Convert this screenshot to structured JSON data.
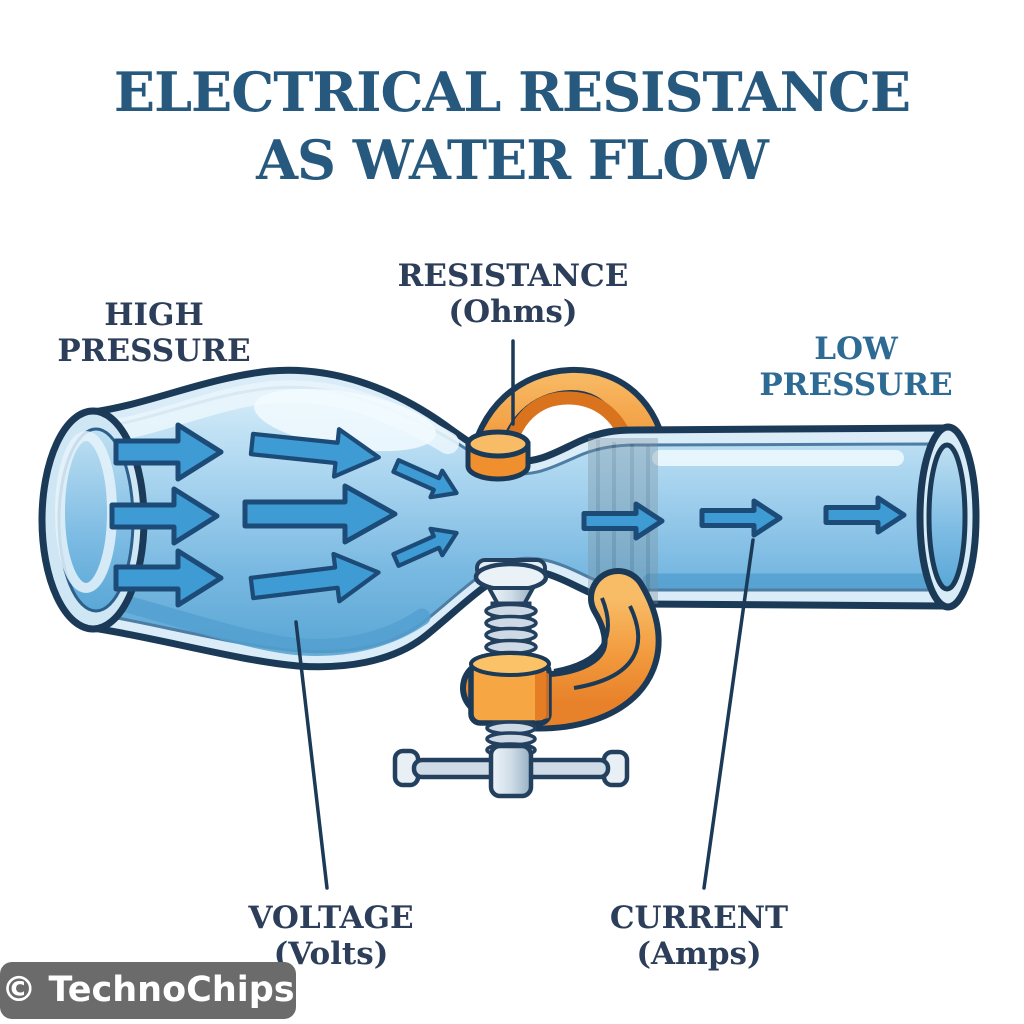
{
  "title": {
    "line1": "ELECTRICAL RESISTANCE",
    "line2": "AS WATER FLOW"
  },
  "labels": {
    "high_pressure": {
      "line1": "HIGH",
      "line2": "PRESSURE"
    },
    "resistance": {
      "line1": "RESISTANCE",
      "line2": "(Ohms)"
    },
    "low_pressure": {
      "line1": "LOW",
      "line2": "PRESSURE"
    },
    "voltage": {
      "line1": "VOLTAGE",
      "line2": "(Volts)"
    },
    "current": {
      "line1": "CURRENT",
      "line2": "(Amps)"
    }
  },
  "watermark": {
    "text": "© TechnoChips"
  },
  "colors": {
    "background": "#ffffff",
    "title_text": "#26597d",
    "label_dark": "#2c3e5a",
    "label_low_pressure": "#2e6b94",
    "outline": "#1b3a57",
    "pipe_glass": "#d7ebf7",
    "water_light": "#cfe9f7",
    "water_mid": "#74b6e0",
    "water_deep": "#58a5d5",
    "flow_arrow_fill": "#3f9bd3",
    "flow_arrow_stroke": "#1c4b78",
    "clamp_orange": "#f29a3d",
    "clamp_orange_dark": "#d9731d",
    "screw_metal": "#c6d5e2",
    "watermark_bg": "#6b6b6b",
    "watermark_text": "#ffffff"
  }
}
